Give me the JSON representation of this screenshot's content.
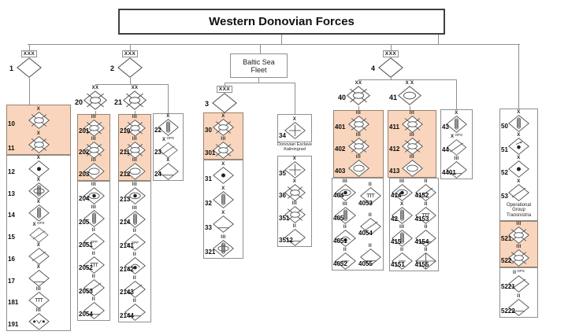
{
  "title": "Western Donovian Forces",
  "colors": {
    "highlight": "#f8d5bc",
    "panel_border": "#8f8f8f",
    "connector_line": "#8f8f8f",
    "symbol_stroke": "#4d4d4d",
    "background": "#ffffff"
  },
  "group_labels": {
    "baltic_line1": "Baltic Sea",
    "baltic_line2": "Fleet",
    "kaliningrad_line1": "Donovian Exclave",
    "kaliningrad_line2": "Kaliningrad",
    "transnistria_line1": "Operational Group",
    "transnistria_line2": "Transnistria"
  },
  "corps": [
    {
      "id": "c1",
      "marker": "XXX",
      "number": "1",
      "icon": "empty"
    },
    {
      "id": "c2",
      "marker": "XXX",
      "number": "2",
      "icon": "empty"
    },
    {
      "id": "c3",
      "marker": "XXX",
      "number": "3",
      "icon": "empty"
    },
    {
      "id": "c4",
      "marker": "XXX",
      "number": "4",
      "icon": "empty"
    }
  ],
  "divisions": [
    {
      "id": "d20",
      "number": "20",
      "echelon": "XX",
      "icon": "mechanized-infantry"
    },
    {
      "id": "d21",
      "number": "21",
      "echelon": "XX",
      "icon": "mechanized-infantry"
    },
    {
      "id": "d40",
      "number": "40",
      "echelon": "XX",
      "icon": "mechanized-infantry"
    },
    {
      "id": "d41",
      "number": "41",
      "echelon": "X X",
      "icon": "armor"
    }
  ],
  "panels": [
    {
      "id": "p1a",
      "highlighted": true,
      "units": [
        {
          "number": "10",
          "echelon": "X",
          "icon": "mechanized-infantry"
        },
        {
          "number": "11",
          "echelon": "X",
          "icon": "mechanized-infantry"
        }
      ]
    },
    {
      "id": "p1b",
      "highlighted": false,
      "units": [
        {
          "number": "12",
          "echelon": "X",
          "icon": "artillery"
        },
        {
          "number": "13",
          "echelon": "X",
          "icon": "self-propelled-mlrs"
        },
        {
          "number": "14",
          "echelon": "X",
          "icon": "mlrs"
        },
        {
          "number": "15",
          "echelon": "X",
          "ops": true,
          "icon": "supply"
        },
        {
          "number": "16",
          "echelon": "X",
          "icon": "supply"
        },
        {
          "number": "17",
          "echelon": "X",
          "icon": "support"
        },
        {
          "number": "181",
          "echelon": "III",
          "icon": "signal"
        },
        {
          "number": "191",
          "echelon": "III",
          "icon": "recon"
        }
      ]
    },
    {
      "id": "p2a",
      "highlighted": true,
      "units": [
        {
          "number": "201",
          "echelon": "III",
          "icon": "mechanized-infantry"
        },
        {
          "number": "202",
          "echelon": "III",
          "icon": "mechanized-infantry"
        },
        {
          "number": "203",
          "echelon": "III",
          "icon": "armor"
        }
      ]
    },
    {
      "id": "p2b",
      "highlighted": false,
      "units": [
        {
          "number": "204",
          "echelon": "III",
          "icon": "self-propelled-artillery"
        },
        {
          "number": "205",
          "echelon": "III",
          "icon": "mlrs"
        },
        {
          "number": "2051",
          "echelon": "II",
          "icon": "special-forces"
        },
        {
          "number": "2052",
          "echelon": "II",
          "icon": "signal"
        },
        {
          "number": "2053",
          "echelon": "II",
          "icon": "supply"
        },
        {
          "number": "2054",
          "echelon": "II",
          "icon": "support"
        }
      ]
    },
    {
      "id": "p21a",
      "highlighted": true,
      "units": [
        {
          "number": "210",
          "echelon": "III",
          "icon": "mechanized-infantry"
        },
        {
          "number": "211",
          "echelon": "III",
          "icon": "mechanized-infantry"
        },
        {
          "number": "212",
          "echelon": "III",
          "icon": "armor"
        }
      ]
    },
    {
      "id": "p21b",
      "highlighted": false,
      "units": [
        {
          "number": "213",
          "echelon": "III",
          "icon": "self-propelled-artillery"
        },
        {
          "number": "214",
          "echelon": "III",
          "icon": "mlrs"
        },
        {
          "number": "2141",
          "echelon": "II",
          "icon": "special-forces"
        },
        {
          "number": "2142",
          "echelon": "II",
          "icon": "air-defense"
        },
        {
          "number": "2143",
          "echelon": "II",
          "icon": "supply"
        },
        {
          "number": "2144",
          "echelon": "II",
          "icon": "support"
        }
      ]
    },
    {
      "id": "p22",
      "highlighted": false,
      "units": [
        {
          "number": "22",
          "echelon": "X",
          "icon": "mlrs"
        },
        {
          "number": "23",
          "echelon": "X",
          "ops": true,
          "icon": "supply"
        },
        {
          "number": "24",
          "echelon": "X",
          "icon": "support"
        }
      ]
    },
    {
      "id": "p30a",
      "highlighted": true,
      "units": [
        {
          "number": "30",
          "echelon": "X",
          "icon": "mechanized-infantry"
        },
        {
          "number": "301",
          "echelon": "III",
          "icon": "mechanized-infantry"
        }
      ]
    },
    {
      "id": "p30b",
      "highlighted": false,
      "units": [
        {
          "number": "31",
          "echelon": "X",
          "icon": "artillery"
        },
        {
          "number": "32",
          "echelon": "X",
          "icon": "mlrs"
        },
        {
          "number": "33",
          "echelon": "X",
          "icon": "support"
        },
        {
          "number": "321",
          "echelon": "III",
          "icon": "self-propelled-mlrs"
        }
      ]
    },
    {
      "id": "p34",
      "highlighted": false,
      "units": [
        {
          "number": "34",
          "echelon": "X",
          "icon": "cross"
        }
      ]
    },
    {
      "id": "p35",
      "highlighted": false,
      "units": [
        {
          "number": "35",
          "echelon": "X",
          "icon": "cross"
        },
        {
          "number": "36",
          "echelon": "X",
          "icon": "mechanized-infantry"
        },
        {
          "number": "351",
          "echelon": "III",
          "icon": "mechanized-infantry"
        },
        {
          "number": "3512",
          "echelon": "II",
          "icon": "support"
        }
      ]
    },
    {
      "id": "p40a",
      "highlighted": true,
      "units": [
        {
          "number": "401",
          "echelon": "III",
          "icon": "mechanized-infantry"
        },
        {
          "number": "402",
          "echelon": "III",
          "icon": "mechanized-infantry"
        },
        {
          "number": "403",
          "echelon": "III",
          "icon": "armor"
        }
      ]
    },
    {
      "id": "p40b",
      "highlighted": false,
      "cols": [
        [
          {
            "number": "404",
            "echelon": "III",
            "icon": "self-propelled-artillery"
          },
          {
            "number": "405",
            "echelon": "III",
            "icon": "mlrs"
          },
          {
            "number": "4051",
            "echelon": "II",
            "icon": "air-defense"
          },
          {
            "number": "4052",
            "echelon": "II",
            "icon": "special-forces"
          }
        ],
        [
          {
            "number": "4053",
            "echelon": "II",
            "icon": "signal"
          },
          {
            "number": "4054",
            "echelon": "II",
            "icon": "supply"
          },
          {
            "number": "4055",
            "echelon": "II",
            "icon": "support"
          }
        ]
      ]
    },
    {
      "id": "p41a",
      "highlighted": true,
      "units": [
        {
          "number": "411",
          "echelon": "III",
          "icon": "mechanized-infantry"
        },
        {
          "number": "412",
          "echelon": "III",
          "icon": "mechanized-infantry"
        },
        {
          "number": "413",
          "echelon": "III",
          "icon": "armor"
        }
      ]
    },
    {
      "id": "p41b",
      "highlighted": false,
      "cols": [
        [
          {
            "number": "414",
            "echelon": "III",
            "icon": "self-propelled-artillery"
          },
          {
            "number": "42",
            "echelon": "X",
            "icon": "mlrs"
          },
          {
            "number": "415",
            "echelon": "III",
            "icon": "mlrs"
          },
          {
            "number": "4151",
            "echelon": "II",
            "icon": "special-forces"
          }
        ],
        [
          {
            "number": "4152",
            "echelon": "II",
            "icon": "supply"
          },
          {
            "number": "4153",
            "echelon": "II",
            "icon": "signal"
          },
          {
            "number": "4154",
            "echelon": "II",
            "icon": "support"
          },
          {
            "number": "4155",
            "echelon": "II",
            "icon": "full-cross"
          }
        ]
      ]
    },
    {
      "id": "p43",
      "highlighted": false,
      "units": [
        {
          "number": "43",
          "echelon": "X",
          "icon": "mlrs"
        },
        {
          "number": "44",
          "echelon": "X",
          "ops": true,
          "icon": "supply"
        },
        {
          "number": "4401",
          "echelon": "III",
          "icon": "support"
        }
      ]
    },
    {
      "id": "p50a",
      "highlighted": false,
      "footer": [
        "Operational Group",
        "Transnistria"
      ],
      "units": [
        {
          "number": "50",
          "echelon": "X",
          "icon": "mlrs"
        },
        {
          "number": "51",
          "echelon": "X",
          "icon": "rocket-artillery"
        },
        {
          "number": "52",
          "echelon": "X",
          "icon": "artillery"
        },
        {
          "number": "53",
          "echelon": "X",
          "icon": "supply"
        }
      ]
    },
    {
      "id": "p50b",
      "highlighted": true,
      "units": [
        {
          "number": "521",
          "echelon": "III",
          "icon": "mechanized-infantry"
        },
        {
          "number": "522",
          "echelon": "III",
          "icon": "mechanized-infantry"
        }
      ]
    },
    {
      "id": "p50c",
      "highlighted": false,
      "units": [
        {
          "number": "5221",
          "echelon": "II",
          "ops": true,
          "icon": "supply"
        },
        {
          "number": "5222",
          "echelon": "II",
          "icon": "support"
        }
      ]
    }
  ]
}
